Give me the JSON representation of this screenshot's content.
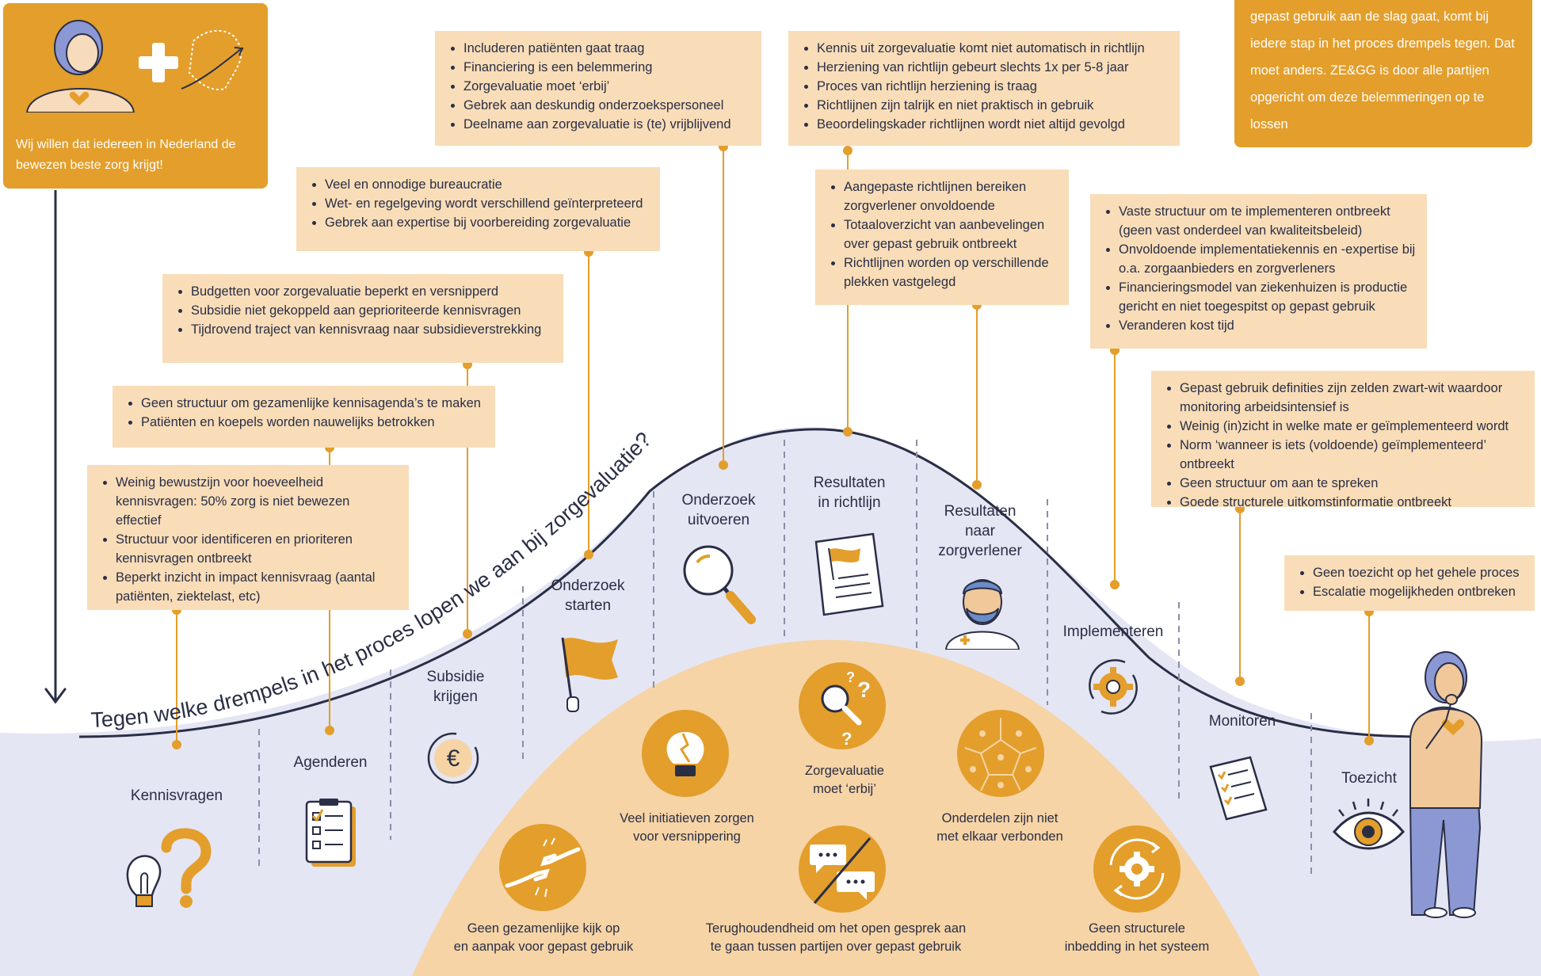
{
  "intro": {
    "text": "Wij willen dat iedereen in Nederland de bewezen beste  zorg krijgt!"
  },
  "topright": {
    "text": "gepast gebruik aan de slag gaat, komt bij iedere stap in het proces drempels tegen. Dat moet anders. ZE&GG is door alle partijen opgericht om deze belemmeringen op te lossen"
  },
  "curve_title": "Tegen welke drempels in het proces lopen we aan bij zorgevaluatie?",
  "stages": [
    {
      "label": "Kennisvragen",
      "icon": "lightbulb-question-icon"
    },
    {
      "label": "Agenderen",
      "icon": "clipboard-checklist-icon"
    },
    {
      "label": "Subsidie\nkrijgen",
      "icon": "euro-coin-icon"
    },
    {
      "label": "Onderzoek\nstarten",
      "icon": "flag-icon"
    },
    {
      "label": "Onderzoek\nuitvoeren",
      "icon": "magnifier-icon"
    },
    {
      "label": "Resultaten\nin richtlijn",
      "icon": "document-flag-icon"
    },
    {
      "label": "Resultaten\nnaar\nzorgverlener",
      "icon": "doctor-icon"
    },
    {
      "label": "Implementeren",
      "icon": "gear-cycle-icon"
    },
    {
      "label": "Monitoren",
      "icon": "checklist-icon"
    },
    {
      "label": "Toezicht",
      "icon": "eye-icon"
    }
  ],
  "boxes": {
    "kennisvragen": [
      "Weinig bewustzijn voor hoeveelheid kennisvragen: 50% zorg is niet bewezen effectief",
      "Structuur voor identificeren en prioriteren kennisvragen ontbreekt",
      "Beperkt inzicht in impact kennisvraag (aantal patiënten, ziektelast, etc)"
    ],
    "agenderen": [
      "Geen structuur om gezamenlijke kennisagenda’s te maken",
      "Patiënten en koepels worden nauwelijks betrokken"
    ],
    "subsidie": [
      "Budgetten voor zorgevaluatie beperkt en versnipperd",
      "Subsidie niet gekoppeld aan geprioriteerde kennisvragen",
      "Tijdrovend traject van kennisvraag naar subsidieverstrekking"
    ],
    "starten": [
      "Veel en onnodige bureaucratie",
      "Wet- en regelgeving wordt verschillend geïnterpreteerd",
      "Gebrek aan expertise bij voorbereiding zorgevaluatie"
    ],
    "uitvoeren": [
      "Includeren patiënten gaat traag",
      "Financiering is een belemmering",
      "Zorgevaluatie moet ‘erbij’",
      "Gebrek aan deskundig onderzoekspersoneel",
      "Deelname aan zorgevaluatie is (te) vrijblijvend"
    ],
    "richtlijn": [
      "Kennis uit zorgevaluatie komt niet automatisch in richtlijn",
      "Herziening van richtlijn gebeurt slechts 1x per 5-8 jaar",
      "Proces van richtlijn herziening is traag",
      "Richtlijnen zijn talrijk en niet praktisch in gebruik",
      "Beoordelingskader richtlijnen wordt niet altijd gevolgd"
    ],
    "zorgverlener": [
      "Aangepaste richtlijnen bereiken zorgverlener onvoldoende",
      "Totaaloverzicht van aanbevelingen over gepast gebruik ontbreekt",
      "Richtlijnen worden op verschillende plekken vastgelegd"
    ],
    "implementeren": [
      "Vaste structuur om te implementeren ontbreekt (geen vast onderdeel van kwaliteitsbeleid)",
      "Onvoldoende implementatiekennis en -expertise bij o.a. zorgaanbieders en zorgverleners",
      "Financieringsmodel van ziekenhuizen is productie gericht en niet toegespitst op gepast gebruik",
      "Veranderen kost tijd"
    ],
    "monitoren": [
      "Gepast gebruik definities zijn zelden zwart-wit waardoor monitoring arbeidsintensief is",
      "Weinig (in)zicht in welke mate er geïmplementeerd wordt",
      "Norm ‘wanneer is iets (voldoende) geïmplementeerd’ ontbreekt",
      "Geen structuur om aan te spreken",
      "Goede structurele uitkomstinformatie ontbreekt"
    ],
    "toezicht": [
      "Geen toezicht op het gehele proces",
      "Escalatie mogelijkheden ontbreken"
    ]
  },
  "barriers": [
    {
      "label": "Veel initiatieven zorgen\nvoor versnippering",
      "icon": "broken-lightbulb-icon"
    },
    {
      "label": "Zorgevaluatie\nmoet ‘erbij’",
      "icon": "magnifier-questions-icon"
    },
    {
      "label": "Onderdelen zijn niet\nmet elkaar verbonden",
      "icon": "puzzle-network-icon"
    },
    {
      "label": "Geen gezamenlijke kijk op\nen aanpak voor gepast gebruik",
      "icon": "hands-reaching-icon"
    },
    {
      "label": "Terughoudendheid om het open gesprek aan\nte gaan tussen partijen over gepast gebruik",
      "icon": "blocked-chat-icon"
    },
    {
      "label": "Geen structurele\ninbedding in het systeem",
      "icon": "gear-arrows-icon"
    }
  ],
  "colors": {
    "accent": "#e39e2b",
    "box": "#f8ddb8",
    "hill": "#f6d4a6",
    "background_blue": "#e4e6f4",
    "ink": "#2a2e45"
  }
}
